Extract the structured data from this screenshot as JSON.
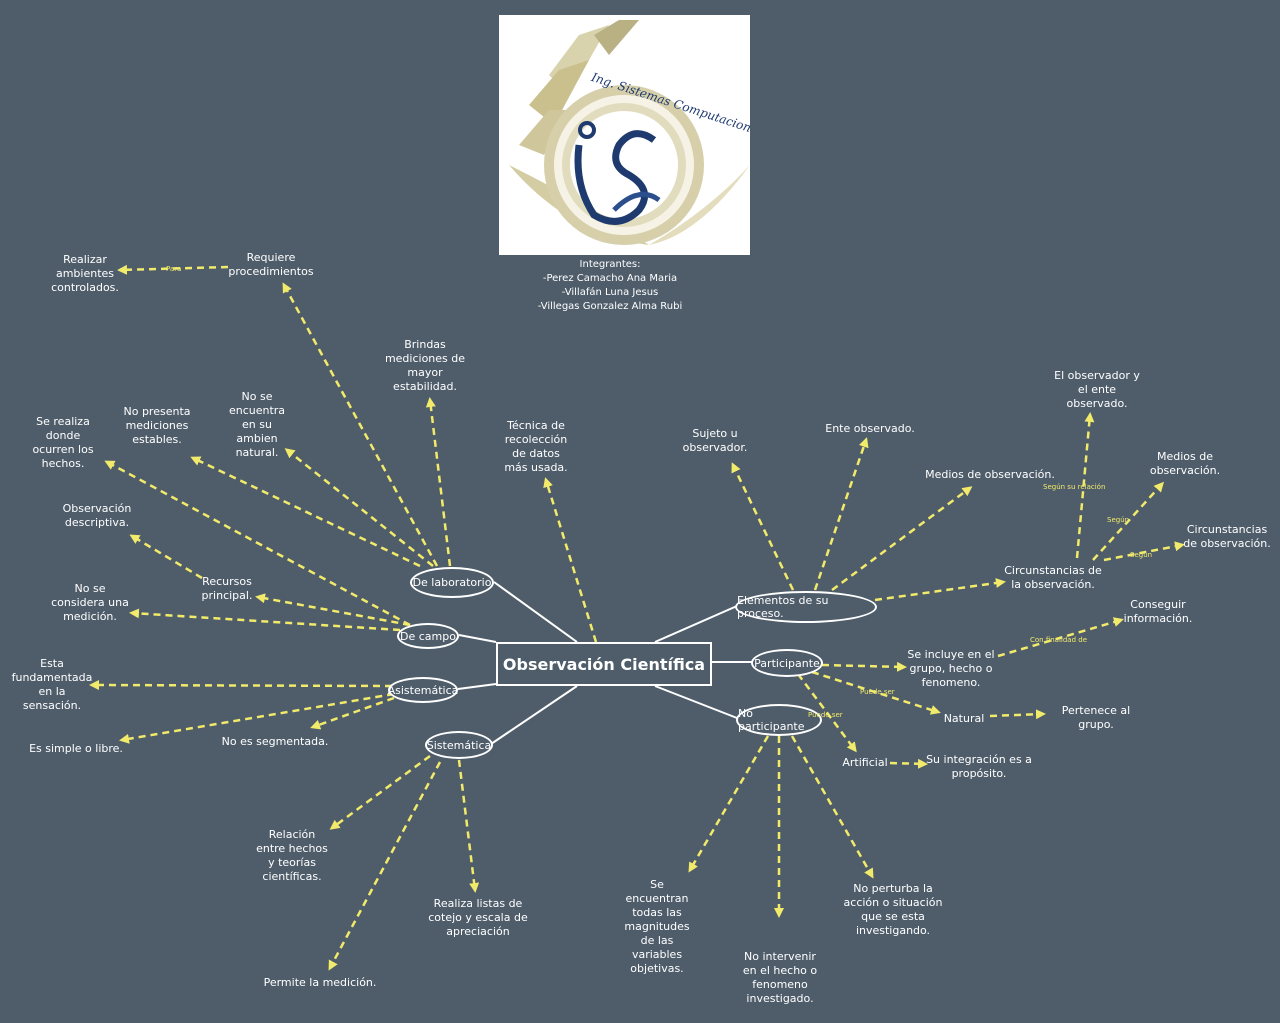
{
  "logo": {
    "text": "Ing. Sistemas Computacionales"
  },
  "team": {
    "heading": "Integrantes:",
    "members": [
      "-Perez Camacho Ana Maria",
      "-Villafán Luna Jesus",
      "-Villegas Gonzalez Alma Rubi"
    ]
  },
  "central": "Observación Científica",
  "nodes": {
    "laboratorio": "De laboratorio",
    "campo": "De campo",
    "asistematica": "Asistemática",
    "sistematica": "Sistemática",
    "elementos": "Elementos de su proceso.",
    "participante": "Participante",
    "no_participante": "No participante"
  },
  "texts": {
    "realizar_ambientes": "Realizar\nambientes\ncontrolados.",
    "requiere_proc": "Requiere\nprocedimientos",
    "brindas": "Brindas\nmediciones de\nmayor\nestabilidad.",
    "tecnica": "Técnica de\nrecolección\nde datos\nmás usada.",
    "no_se_encuentra": "No se\nencuentra\nen su\nambien\nnatural.",
    "no_presenta": "No presenta\nmediciones\nestables.",
    "se_realiza": "Se realiza\ndonde\nocurren los\nhechos.",
    "obs_descriptiva": "Observación\ndescriptiva.",
    "recursos": "Recursos\nprincipal.",
    "no_considera": "No se\nconsidera una\nmedición.",
    "esta_fundamentada": "Esta\nfundamentada\nen la\nsensación.",
    "es_simple": "Es simple o libre.",
    "no_segmentada": "No es segmentada.",
    "relacion": "Relación\nentre hechos\ny teorías\ncientíficas.",
    "realiza_listas": "Realiza listas de\ncotejo y escala de\napreciación",
    "permite": "Permite la medición.",
    "sujeto": "Sujeto u\nobservador.",
    "ente": "Ente observado.",
    "medios1": "Medios de observación.",
    "observador_ente": "El observador y\nel ente\nobservado.",
    "medios2": "Medios de\nobservación.",
    "circ_obs": "Circunstancias\nde observación.",
    "circ_de_la": "Circunstancias de\nla observación.",
    "conseguir": "Conseguir\ninformación.",
    "se_incluye": "Se incluye en el\ngrupo, hecho o\nfenomeno.",
    "natural": "Natural",
    "pertenece": "Pertenece al grupo.",
    "artificial": "Artificial",
    "integracion": "Su integración es a\npropósito.",
    "se_encuentran": "Se\nencuentran\ntodas las\nmagnitudes\nde las\nvariables\nobjetivas.",
    "no_intervenir": "No intervenir\nen el hecho o\nfenomeno\ninvestigado.",
    "no_perturba": "No perturba la\nacción o situación\nque se esta\ninvestigando."
  },
  "tags": {
    "para": "Para",
    "segun_su_relacion": "Según su relación",
    "segun1": "Según",
    "segun2": "Según",
    "con_finalidad": "Con finalidad de",
    "puede_ser1": "Puede ser",
    "puede_ser2": "Puede ser"
  },
  "colors": {
    "background": "#4f5d6b",
    "arrow": "#f1ea6a",
    "line": "#ffffff",
    "logo_gold": "#c9c08e",
    "logo_blue": "#1e3a6e"
  }
}
